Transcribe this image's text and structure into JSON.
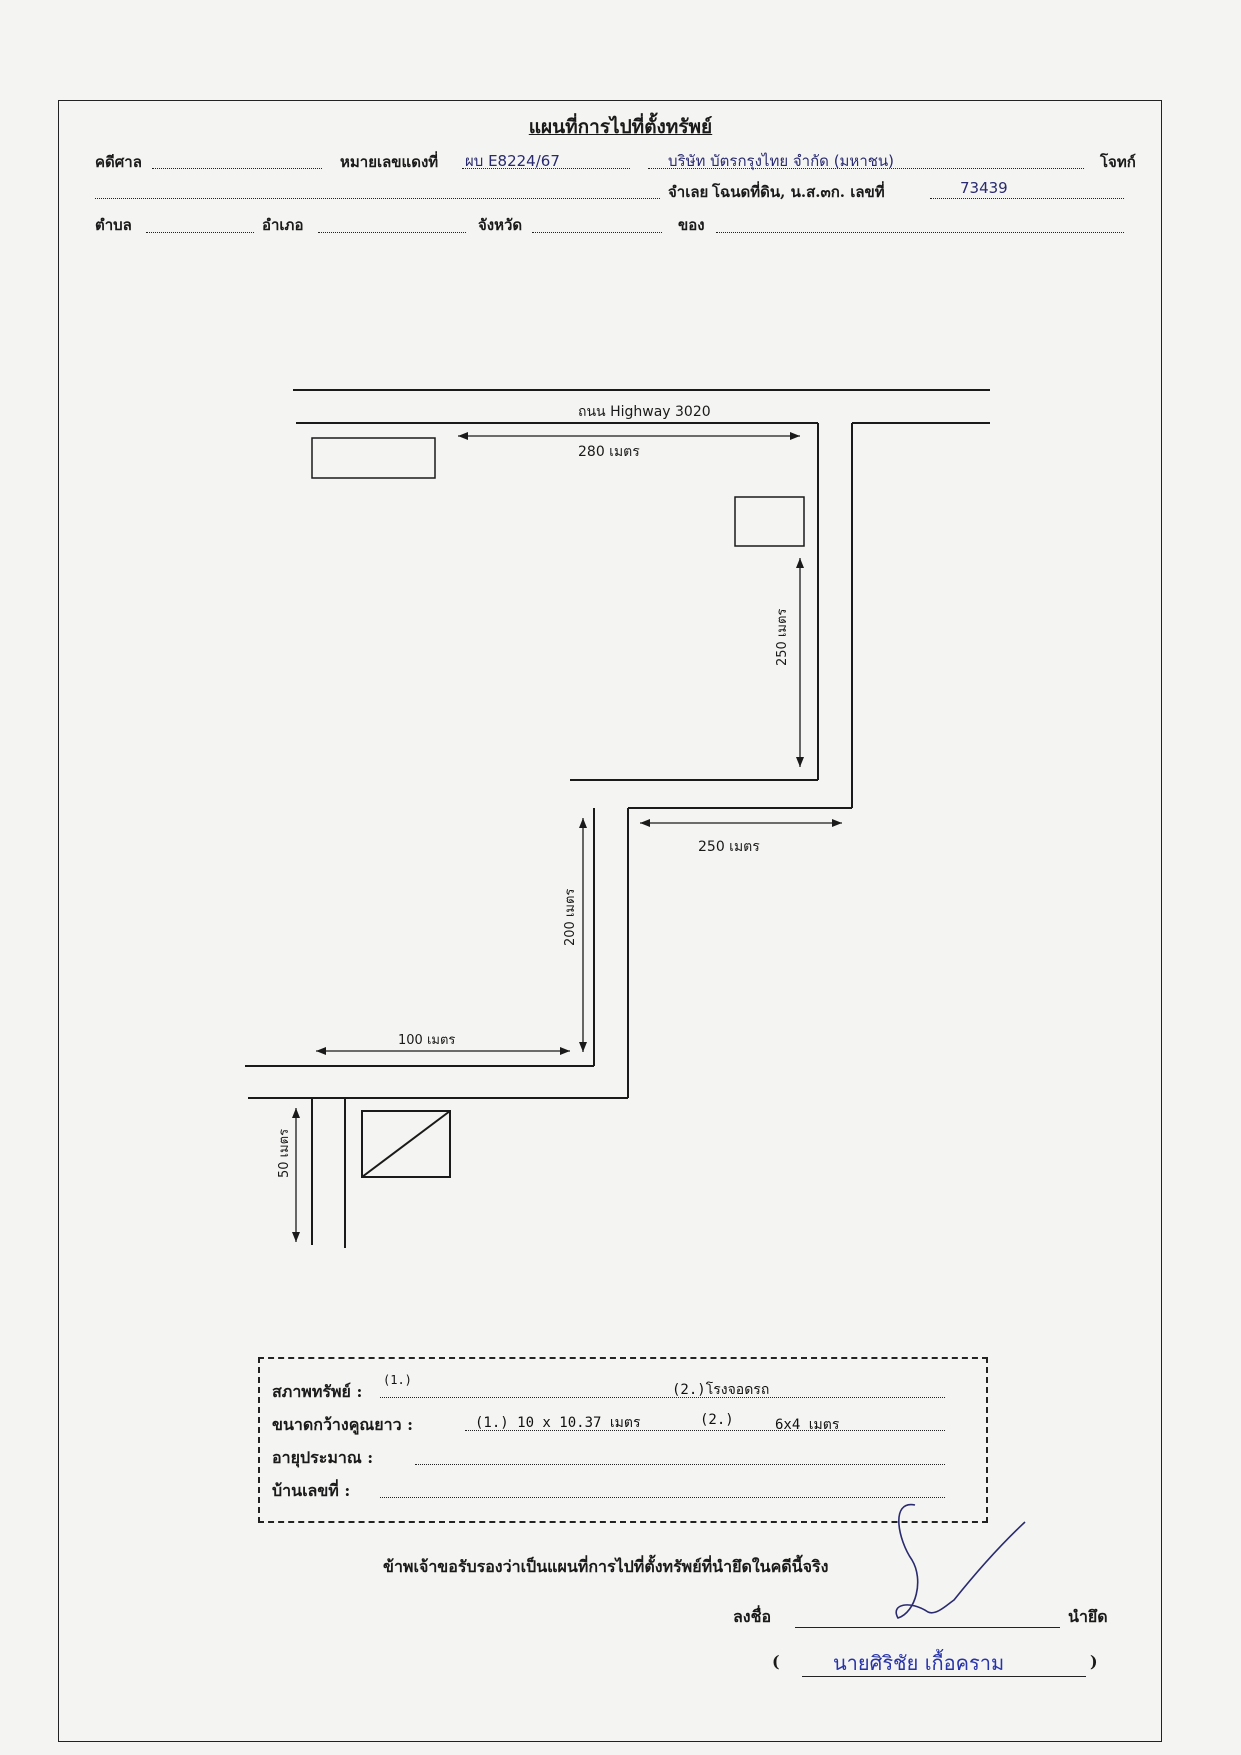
{
  "header": {
    "title": "แผนที่การไปที่ตั้งทรัพย์",
    "court_label": "คดีศาล",
    "case_no_label": "หมายเลขแดงที่",
    "case_no_value": "ผบ E8224/67",
    "plaintiff_value": "บริษัท บัตรกรุงไทย จำกัด (มหาชน)",
    "plaintiff_label": "โจทก์",
    "defendant_label": "จำเลย",
    "deed_label": "โฉนดที่ดิน, น.ส.๓ก. เลขที่",
    "deed_value": "73439",
    "subdistrict_label": "ตำบล",
    "district_label": "อำเภอ",
    "province_label": "จังหวัด",
    "owner_label": "ของ"
  },
  "map": {
    "highway_label": "ถนน Highway 3020",
    "dist_1": "280 เมตร",
    "dist_2": "250 เมตร",
    "dist_3": "250 เมตร",
    "dist_4": "200 เมตร",
    "dist_5": "100 เมตร",
    "dist_6": "50 เมตร"
  },
  "property_box": {
    "condition_label": "สภาพทรัพย์ :",
    "condition_printed": "(2.)โรงจอดรถ",
    "condition_marker": "(1.)",
    "size_label": "ขนาดกว้างคูณยาว :",
    "size_value_1": "(1.)  10 x 10.37 เมตร",
    "size_value_2": "(2.)",
    "size_value_3": "6x4 เมตร",
    "age_label": "อายุประมาณ :",
    "house_no_label": "บ้านเลขที่ :"
  },
  "certification": {
    "statement": "ข้าพเจ้าขอรับรองว่าเป็นแผนที่การไปที่ตั้งทรัพย์ที่นำยึดในคดีนี้จริง",
    "sign_label": "ลงชื่อ",
    "role_label": "นำยึด",
    "paren_open": "(",
    "paren_close": ")",
    "stamp_name": "นายศิริชัย เกื้อคราม"
  }
}
